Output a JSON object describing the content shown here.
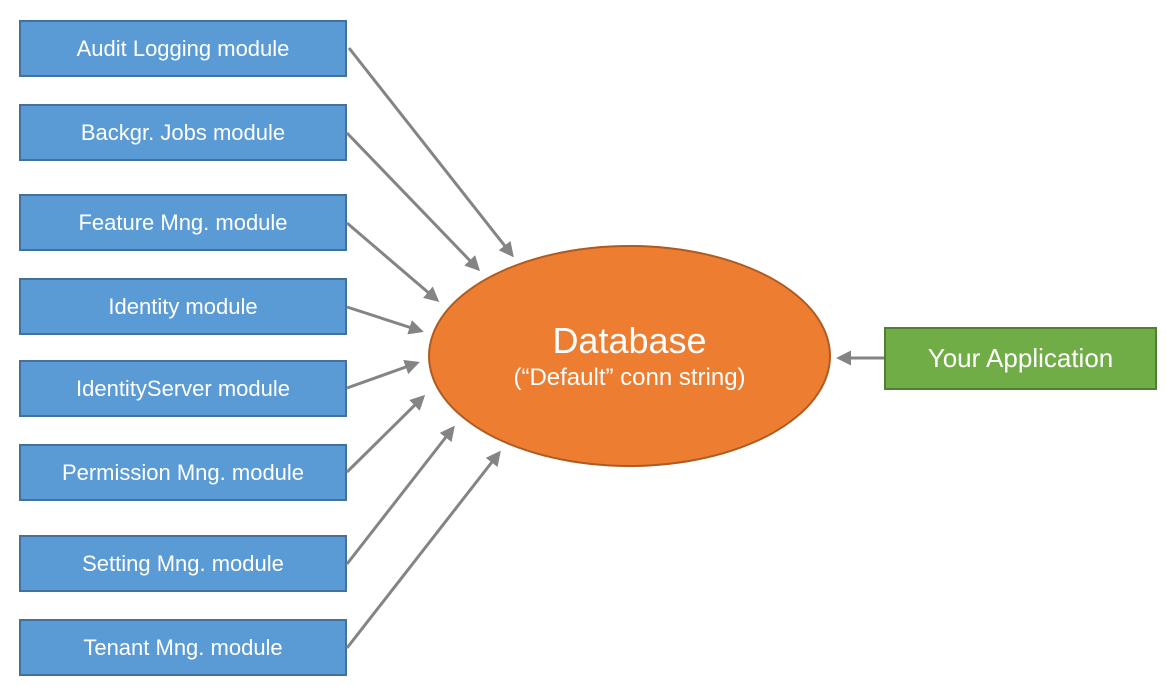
{
  "diagram": {
    "modules": [
      {
        "label": "Audit Logging module"
      },
      {
        "label": "Backgr. Jobs module"
      },
      {
        "label": "Feature Mng. module"
      },
      {
        "label": "Identity module"
      },
      {
        "label": "IdentityServer module"
      },
      {
        "label": "Permission Mng. module"
      },
      {
        "label": "Setting Mng. module"
      },
      {
        "label": "Tenant Mng. module"
      }
    ],
    "database": {
      "title": "Database",
      "subtitle": "(“Default” conn string)"
    },
    "application": {
      "label": "Your Application"
    },
    "connections": [
      {
        "from": "Audit Logging module",
        "to": "Database"
      },
      {
        "from": "Backgr. Jobs module",
        "to": "Database"
      },
      {
        "from": "Feature Mng. module",
        "to": "Database"
      },
      {
        "from": "Identity module",
        "to": "Database"
      },
      {
        "from": "IdentityServer module",
        "to": "Database"
      },
      {
        "from": "Permission Mng. module",
        "to": "Database"
      },
      {
        "from": "Setting Mng. module",
        "to": "Database"
      },
      {
        "from": "Tenant Mng. module",
        "to": "Database"
      },
      {
        "from": "Your Application",
        "to": "Database"
      }
    ],
    "colors": {
      "module_fill": "#5B9BD5",
      "module_border": "#41719C",
      "database_fill": "#ED7D31",
      "database_border": "#AE5A21",
      "application_fill": "#70AD47",
      "application_border": "#507E32",
      "arrow": "#848484",
      "text": "#FFFFFF",
      "background": "#FFFFFF"
    }
  }
}
